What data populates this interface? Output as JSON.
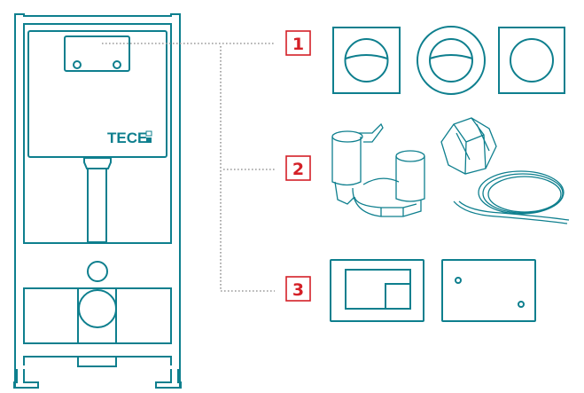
{
  "logo": {
    "text": "TECE"
  },
  "labels": [
    {
      "number": "1"
    },
    {
      "number": "2"
    },
    {
      "number": "3"
    }
  ],
  "colors": {
    "line": "#0e7f8e",
    "label": "#d42027",
    "leader": "#9a9a9a"
  }
}
